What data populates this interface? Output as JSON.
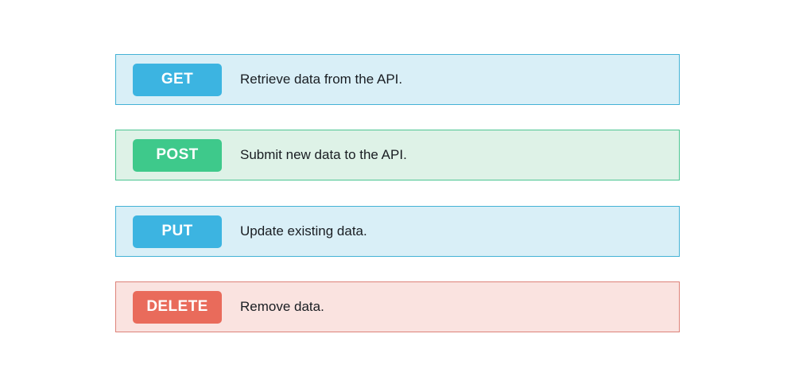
{
  "page": {
    "background": "#ffffff",
    "text_color": "#191d22"
  },
  "rows": [
    {
      "method": "GET",
      "description": "Retrieve data from the API.",
      "badge_color": "#3cb4e1",
      "row_bg": "#d9eff7",
      "row_border": "#44b2d6"
    },
    {
      "method": "POST",
      "description": "Submit new data to the API.",
      "badge_color": "#3ec98b",
      "row_bg": "#def2e7",
      "row_border": "#4cc592"
    },
    {
      "method": "PUT",
      "description": "Update existing data.",
      "badge_color": "#3cb4e1",
      "row_bg": "#d9eff7",
      "row_border": "#44b2d6"
    },
    {
      "method": "DELETE",
      "description": "Remove data.",
      "badge_color": "#e96b5b",
      "row_bg": "#fae3e0",
      "row_border": "#dd8279"
    }
  ]
}
